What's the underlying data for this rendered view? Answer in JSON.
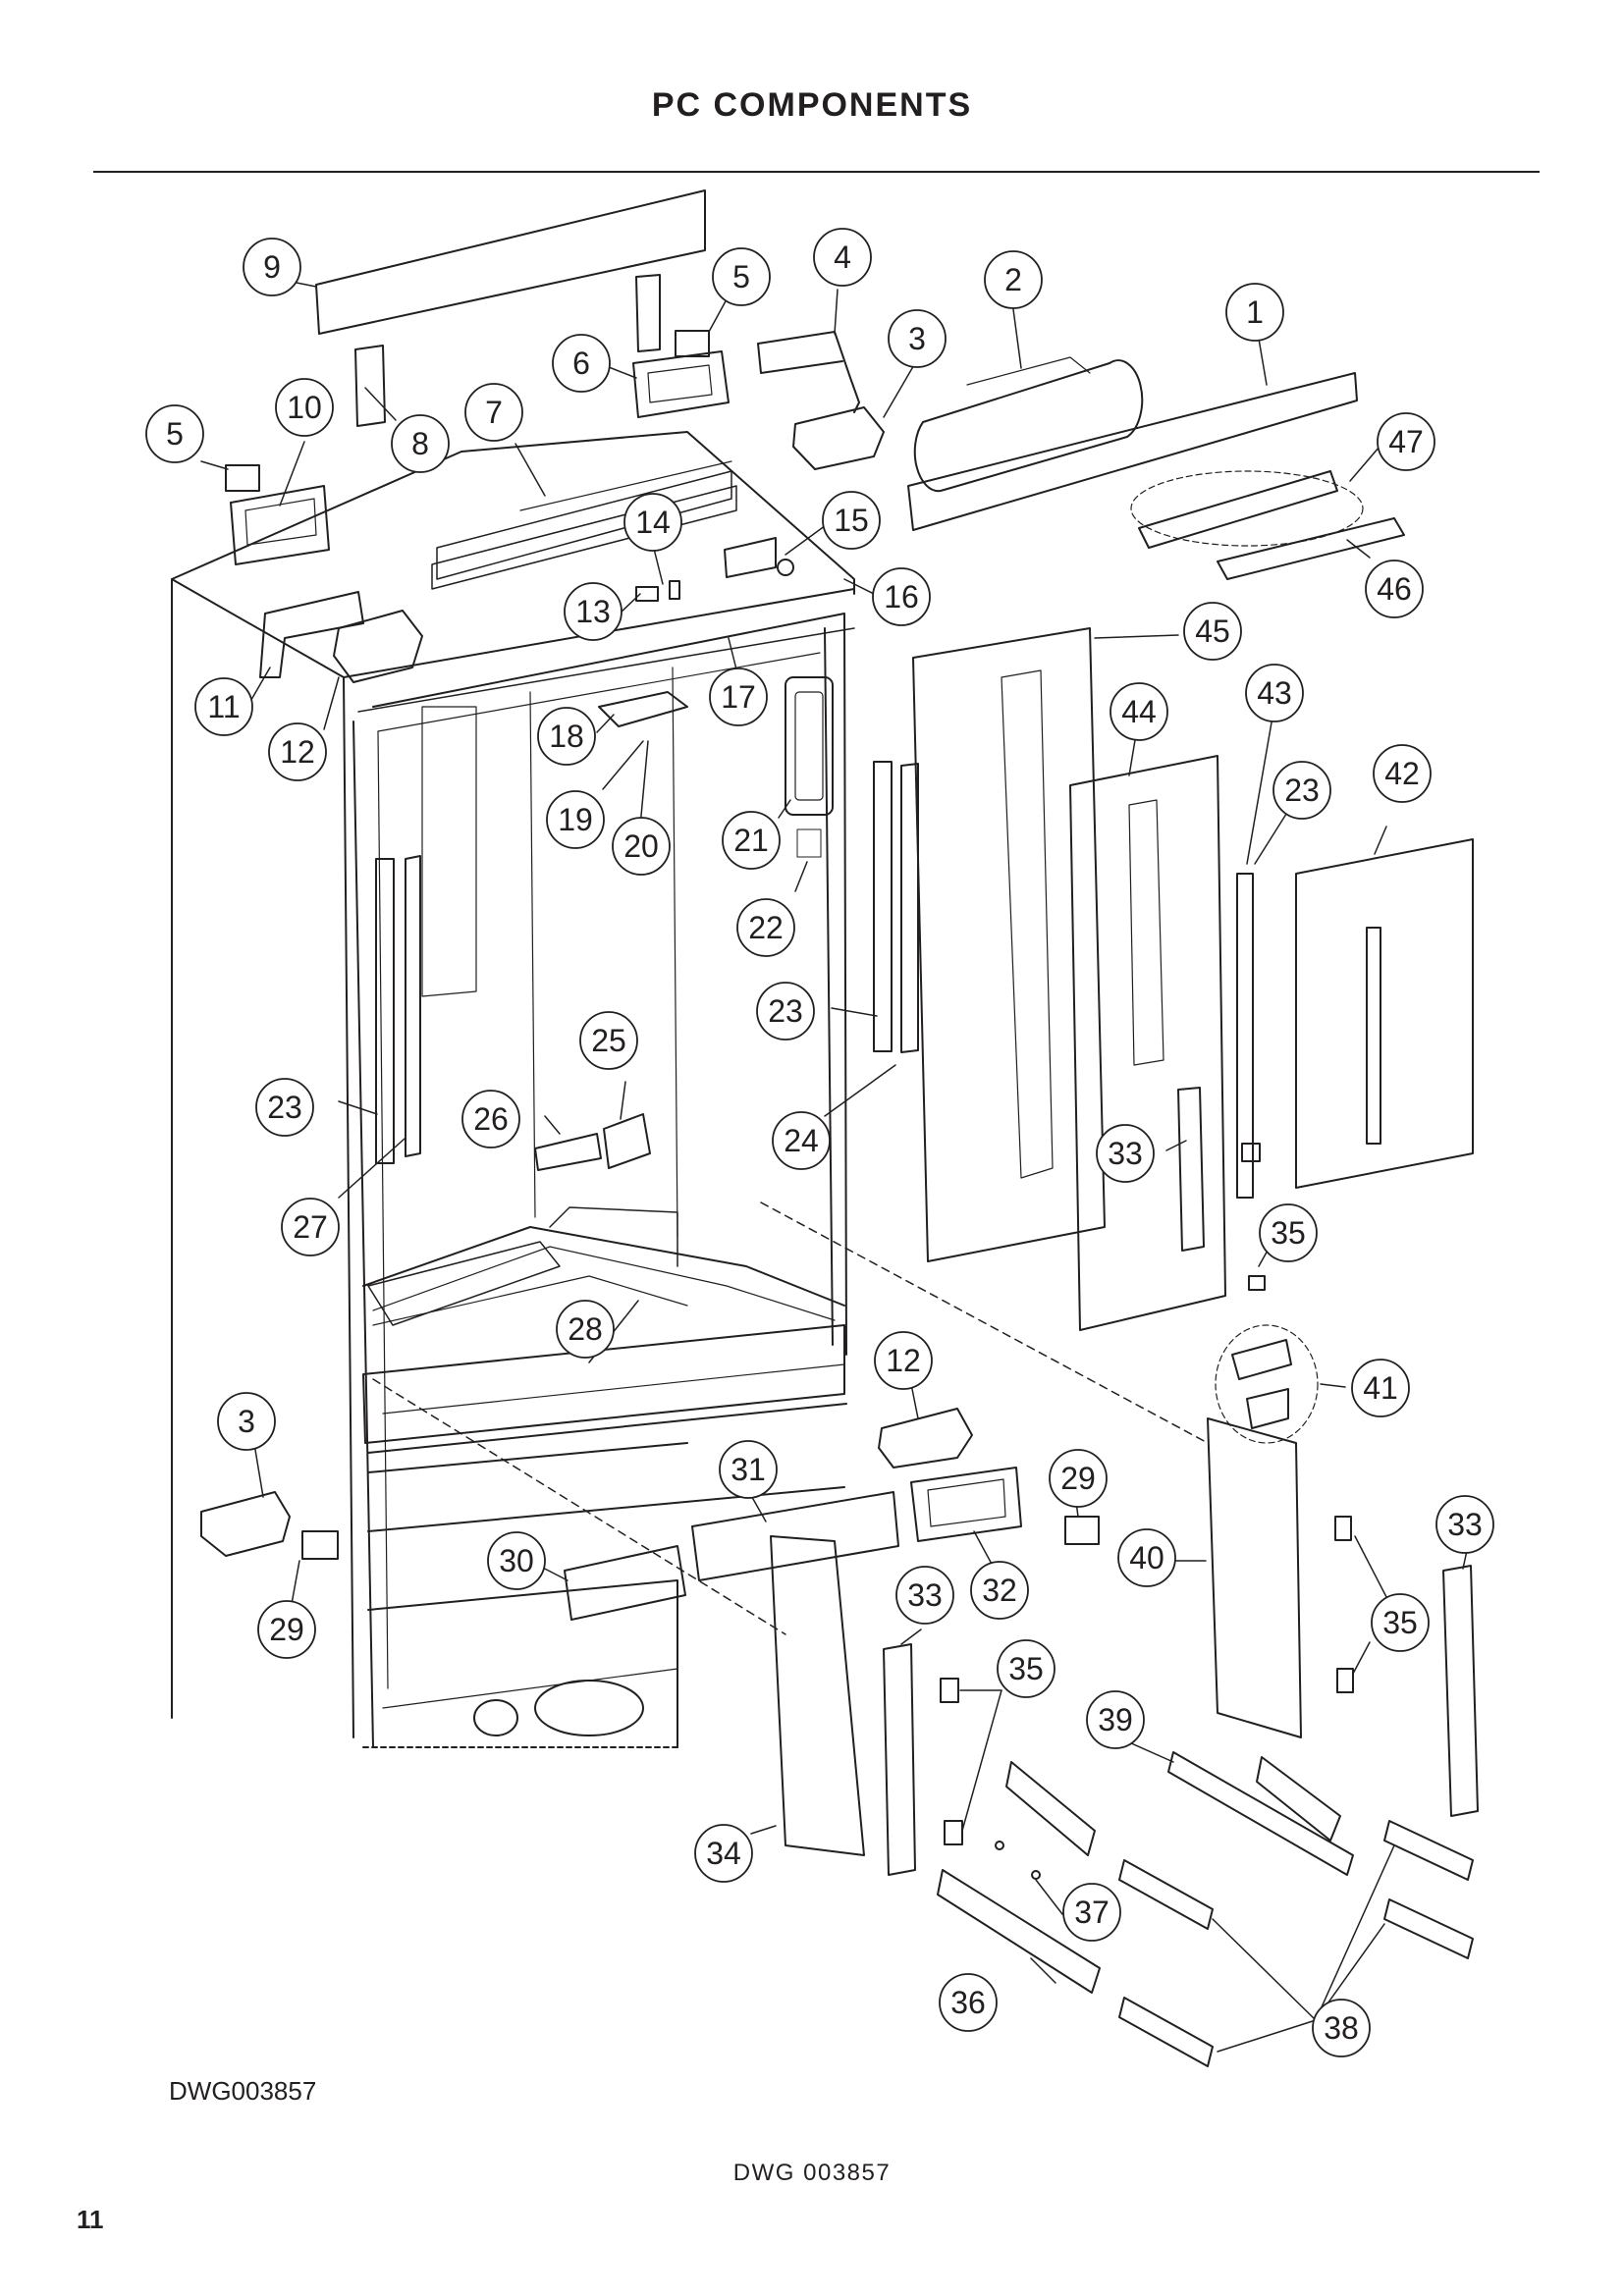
{
  "header": {
    "title": "PC COMPONENTS"
  },
  "footer": {
    "drawing_id": "DWG003857",
    "code": "DWG 003857",
    "page_number": "11"
  },
  "callouts": [
    {
      "id": "c9",
      "label": "9"
    },
    {
      "id": "c5a",
      "label": "5"
    },
    {
      "id": "c4",
      "label": "4"
    },
    {
      "id": "c2",
      "label": "2"
    },
    {
      "id": "c1",
      "label": "1"
    },
    {
      "id": "c3a",
      "label": "3"
    },
    {
      "id": "c6",
      "label": "6"
    },
    {
      "id": "c5b",
      "label": "5"
    },
    {
      "id": "c10",
      "label": "10"
    },
    {
      "id": "c8",
      "label": "8"
    },
    {
      "id": "c7",
      "label": "7"
    },
    {
      "id": "c47",
      "label": "47"
    },
    {
      "id": "c14",
      "label": "14"
    },
    {
      "id": "c15",
      "label": "15"
    },
    {
      "id": "c16",
      "label": "16"
    },
    {
      "id": "c13",
      "label": "13"
    },
    {
      "id": "c46",
      "label": "46"
    },
    {
      "id": "c45",
      "label": "45"
    },
    {
      "id": "c11",
      "label": "11"
    },
    {
      "id": "c17",
      "label": "17"
    },
    {
      "id": "c43",
      "label": "43"
    },
    {
      "id": "c44",
      "label": "44"
    },
    {
      "id": "c18",
      "label": "18"
    },
    {
      "id": "c12a",
      "label": "12"
    },
    {
      "id": "c42",
      "label": "42"
    },
    {
      "id": "c23a",
      "label": "23"
    },
    {
      "id": "c19",
      "label": "19"
    },
    {
      "id": "c20",
      "label": "20"
    },
    {
      "id": "c21",
      "label": "21"
    },
    {
      "id": "c22",
      "label": "22"
    },
    {
      "id": "c23b",
      "label": "23"
    },
    {
      "id": "c25",
      "label": "25"
    },
    {
      "id": "c23c",
      "label": "23"
    },
    {
      "id": "c26",
      "label": "26"
    },
    {
      "id": "c24",
      "label": "24"
    },
    {
      "id": "c33a",
      "label": "33"
    },
    {
      "id": "c27",
      "label": "27"
    },
    {
      "id": "c35a",
      "label": "35"
    },
    {
      "id": "c28",
      "label": "28"
    },
    {
      "id": "c12b",
      "label": "12"
    },
    {
      "id": "c41",
      "label": "41"
    },
    {
      "id": "c3b",
      "label": "3"
    },
    {
      "id": "c31",
      "label": "31"
    },
    {
      "id": "c29a",
      "label": "29"
    },
    {
      "id": "c33b",
      "label": "33"
    },
    {
      "id": "c40",
      "label": "40"
    },
    {
      "id": "c30",
      "label": "30"
    },
    {
      "id": "c33c",
      "label": "33"
    },
    {
      "id": "c32",
      "label": "32"
    },
    {
      "id": "c29b",
      "label": "29"
    },
    {
      "id": "c35b",
      "label": "35"
    },
    {
      "id": "c35c",
      "label": "35"
    },
    {
      "id": "c39",
      "label": "39"
    },
    {
      "id": "c34",
      "label": "34"
    },
    {
      "id": "c37",
      "label": "37"
    },
    {
      "id": "c36",
      "label": "36"
    },
    {
      "id": "c38",
      "label": "38"
    }
  ]
}
